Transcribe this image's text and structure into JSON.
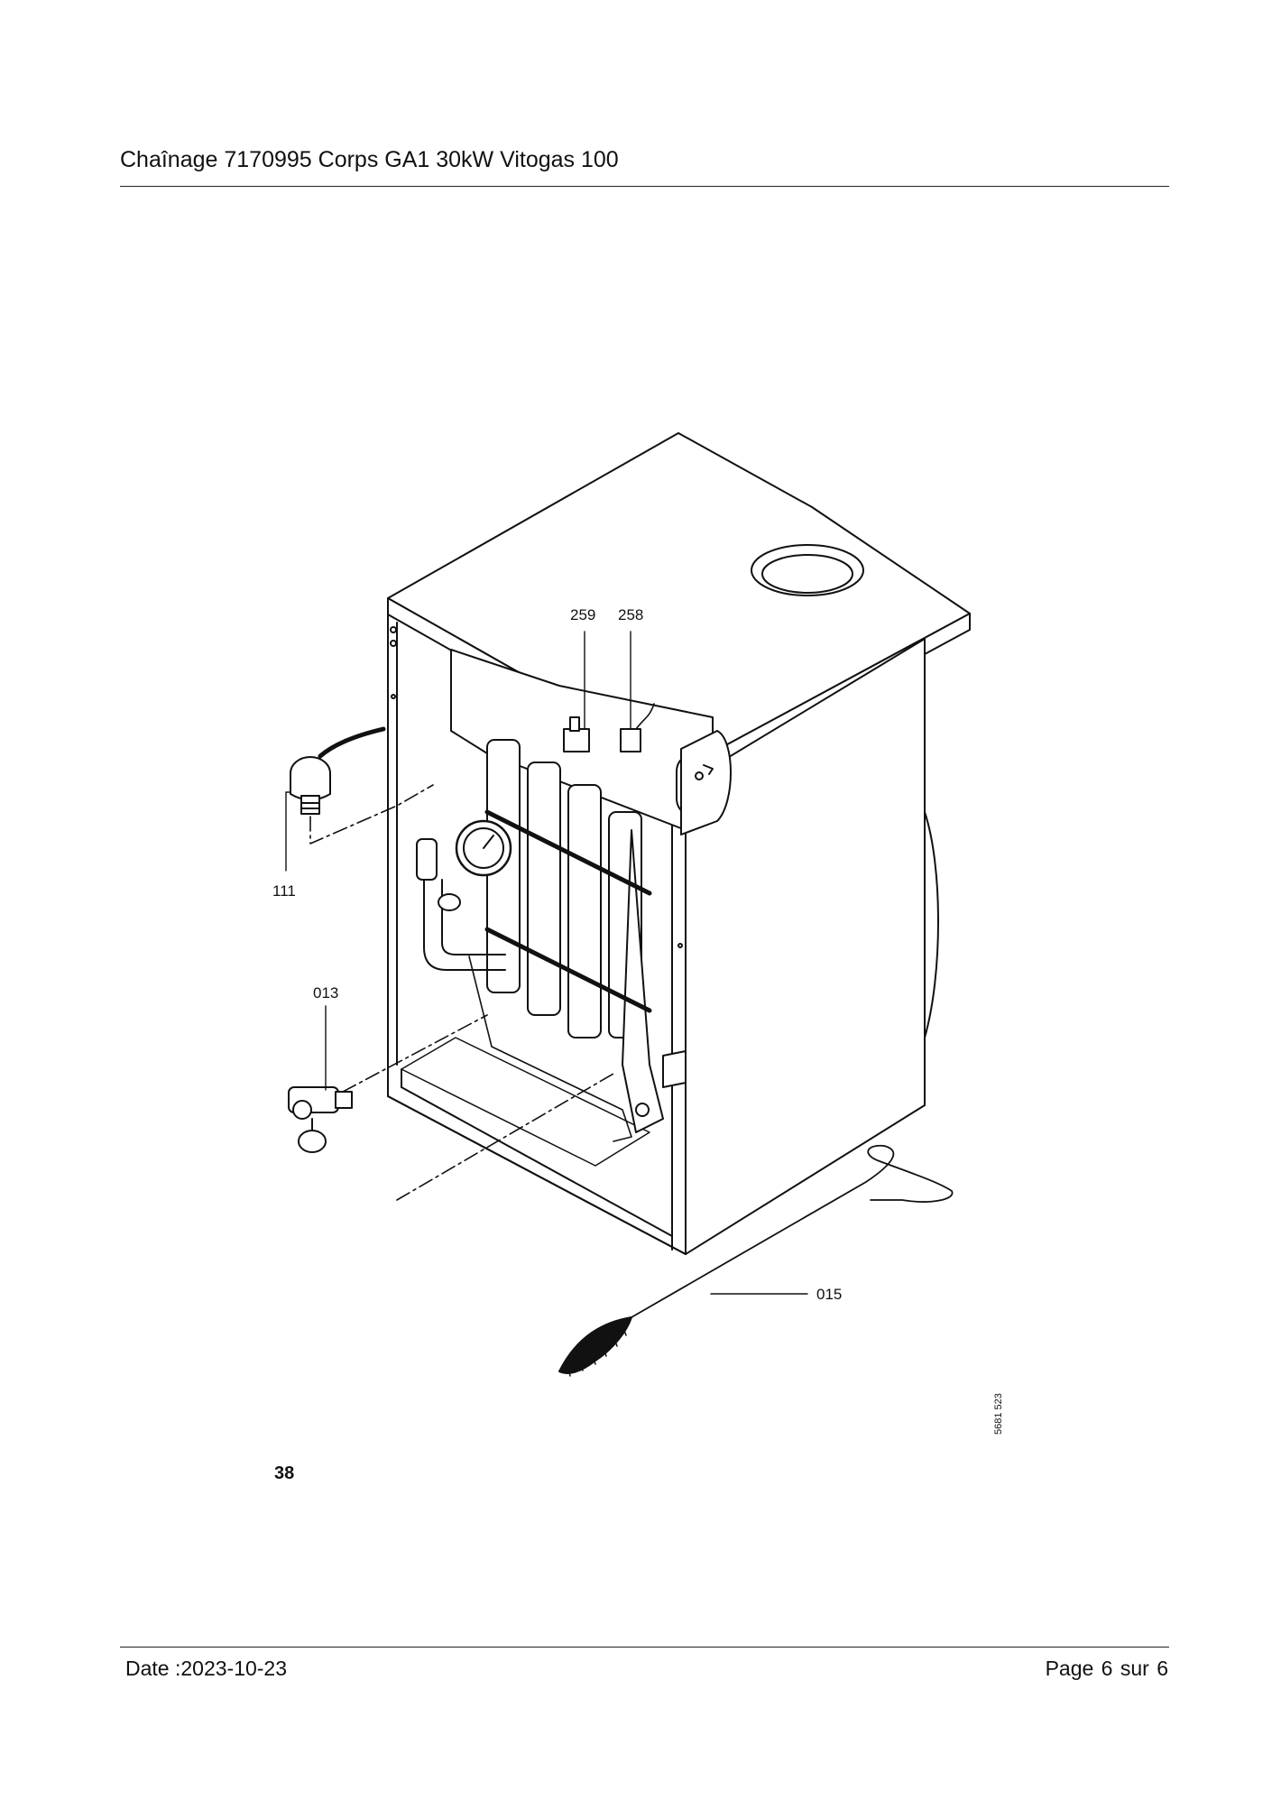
{
  "header": {
    "title": "Chaînage 7170995 Corps GA1 30kW Vitogas 100"
  },
  "diagram": {
    "part_labels": {
      "p259": "259",
      "p258": "258",
      "p111": "111",
      "p013": "013",
      "p015": "015"
    },
    "drawing_code": "5681 523",
    "figure_number": "38"
  },
  "footer": {
    "date": "Date :2023-10-23",
    "page": "Page 6 sur  6"
  }
}
